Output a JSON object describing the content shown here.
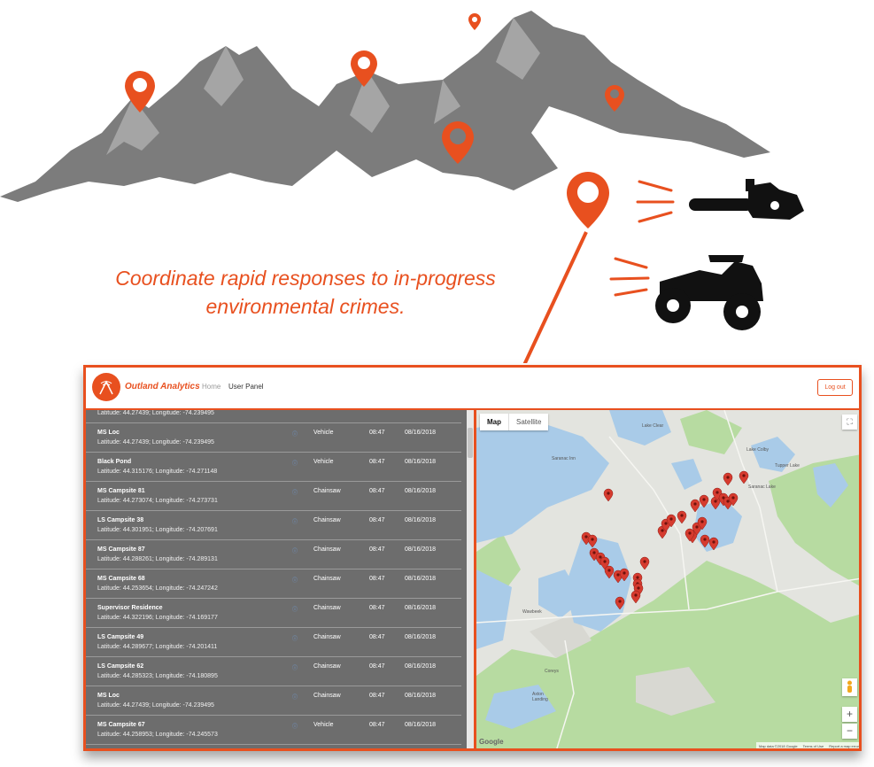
{
  "tagline": [
    "Coordinate rapid responses to in-progress",
    "environmental crimes."
  ],
  "colors": {
    "accent": "#e8501f",
    "panel": "#6d6d6d",
    "mountain": "#7c7c7c",
    "water": "#a9cbe8",
    "forest": "#b7dba1"
  },
  "header": {
    "brand": "Outland Analytics",
    "nav_home": "Home",
    "nav_panel": "User Panel",
    "logout": "Log out"
  },
  "list": {
    "partial_coords": "Latitude: 44.27439; Longitude: -74.239495",
    "rows": [
      {
        "name": "MS Loc",
        "coords": "Latitude: 44.27439; Longitude: -74.239495",
        "type": "Vehicle",
        "time": "08:47",
        "date": "08/16/2018"
      },
      {
        "name": "Black Pond",
        "coords": "Latitude: 44.315176; Longitude: -74.271148",
        "type": "Vehicle",
        "time": "08:47",
        "date": "08/16/2018"
      },
      {
        "name": "MS Campsite 81",
        "coords": "Latitude: 44.273074; Longitude: -74.273731",
        "type": "Chainsaw",
        "time": "08:47",
        "date": "08/16/2018"
      },
      {
        "name": "LS Campsite 38",
        "coords": "Latitude: 44.301951; Longitude: -74.207691",
        "type": "Chainsaw",
        "time": "08:47",
        "date": "08/16/2018"
      },
      {
        "name": "MS Campsite 87",
        "coords": "Latitude: 44.288261; Longitude: -74.289131",
        "type": "Chainsaw",
        "time": "08:47",
        "date": "08/16/2018"
      },
      {
        "name": "MS Campsite 68",
        "coords": "Latitude: 44.253654; Longitude: -74.247242",
        "type": "Chainsaw",
        "time": "08:47",
        "date": "08/16/2018"
      },
      {
        "name": "Supervisor Residence",
        "coords": "Latitude: 44.322196; Longitude: -74.169177",
        "type": "Chainsaw",
        "time": "08:47",
        "date": "08/16/2018"
      },
      {
        "name": "LS Campsite 49",
        "coords": "Latitude: 44.289677; Longitude: -74.201411",
        "type": "Chainsaw",
        "time": "08:47",
        "date": "08/16/2018"
      },
      {
        "name": "LS Campsite 62",
        "coords": "Latitude: 44.285323; Longitude: -74.180895",
        "type": "Chainsaw",
        "time": "08:47",
        "date": "08/16/2018"
      },
      {
        "name": "MS Loc",
        "coords": "Latitude: 44.27439; Longitude: -74.239495",
        "type": "Chainsaw",
        "time": "08:47",
        "date": "08/16/2018"
      },
      {
        "name": "MS Campsite 67",
        "coords": "Latitude: 44.258953; Longitude: -74.245573",
        "type": "Vehicle",
        "time": "08:47",
        "date": "08/16/2018"
      }
    ]
  },
  "map": {
    "type_map": "Map",
    "type_satellite": "Satellite",
    "google": "Google",
    "labels": [
      "Lake Clear",
      "Saranac Inn",
      "Lake Colby",
      "Saranac Lake",
      "Tupper Lake",
      "Wawbeek",
      "Coreys",
      "Axton Landing"
    ],
    "footer": [
      "Map data ©2018 Google",
      "Terms of Use",
      "Report a map error"
    ],
    "zoom_in": "+",
    "zoom_out": "−"
  }
}
